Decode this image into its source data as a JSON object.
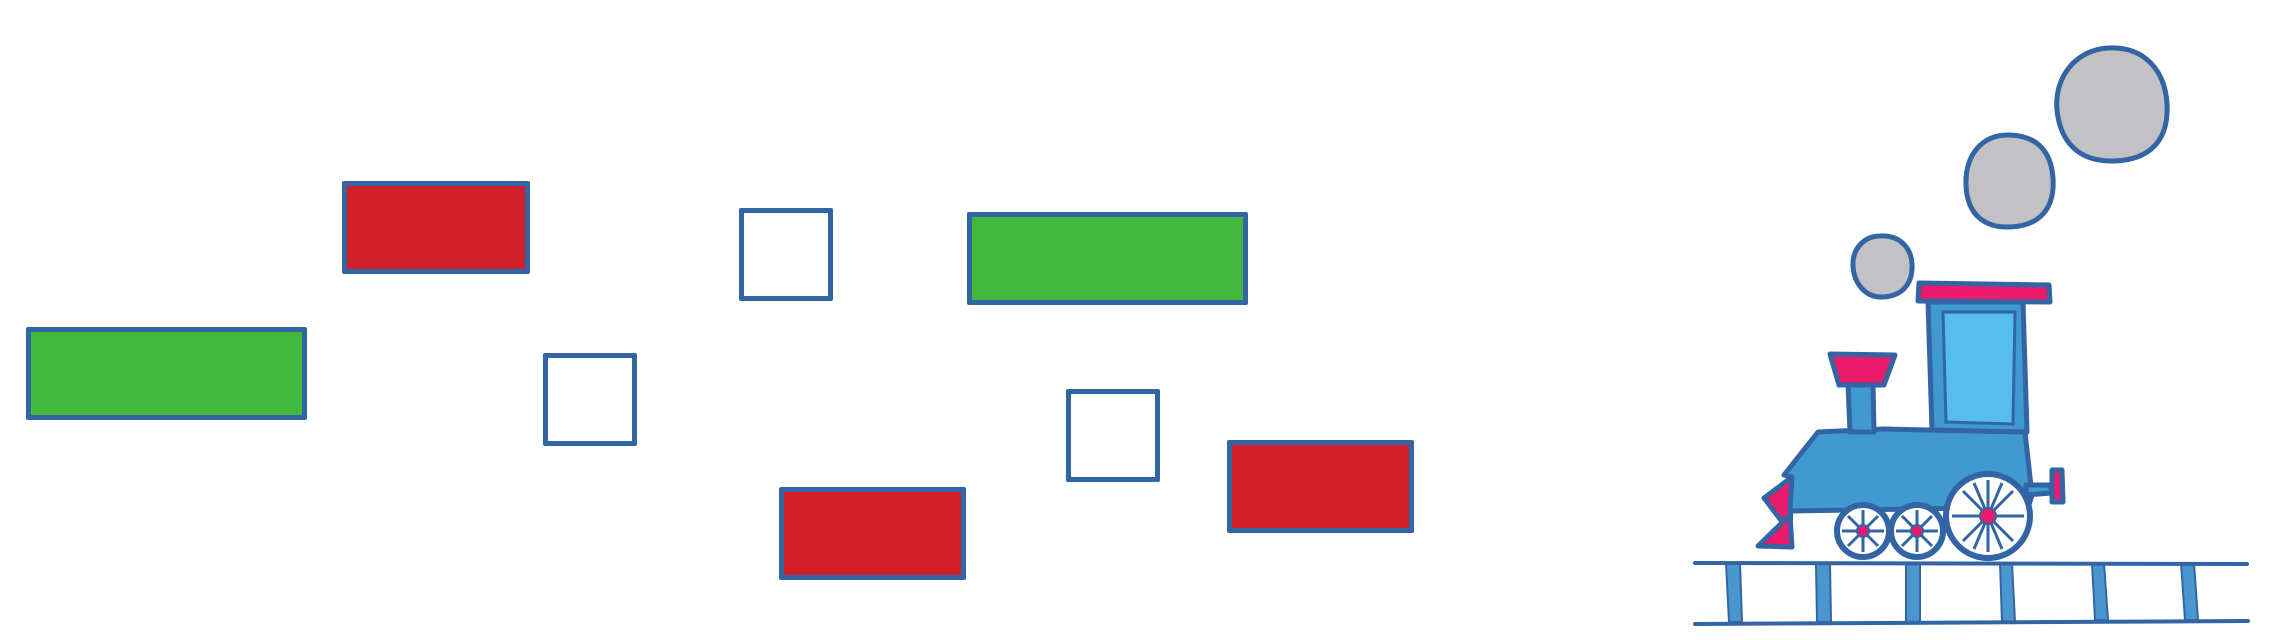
{
  "palette": {
    "outline": "#3365a4",
    "red": "#d12027",
    "green": "#42b83d",
    "empty": "#ffffff",
    "smoke": "#c2c2c4",
    "train_body": "#4099d0",
    "train_cab_window": "#55bdef",
    "train_accent": "#ec1a6a",
    "track": "#4a97cf"
  },
  "blocks": [
    {
      "id": "green-1",
      "color": "green"
    },
    {
      "id": "red-1",
      "color": "red"
    },
    {
      "id": "empty-1",
      "color": "empty"
    },
    {
      "id": "empty-2",
      "color": "empty"
    },
    {
      "id": "red-2",
      "color": "red"
    },
    {
      "id": "green-2",
      "color": "green"
    },
    {
      "id": "empty-3",
      "color": "empty"
    },
    {
      "id": "red-3",
      "color": "red"
    }
  ],
  "train": {
    "icon": "steam-locomotive-icon",
    "smoke_puffs": 3,
    "front_wheels": 2,
    "drive_wheels": 1,
    "track_ties": 6
  }
}
